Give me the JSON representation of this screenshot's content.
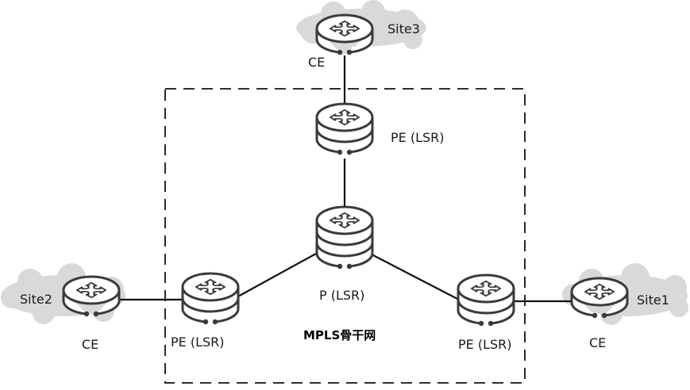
{
  "diagram": {
    "backbone_label": "MPLS骨干网",
    "sites": [
      {
        "id": "site3",
        "label": "Site3",
        "device_label": "CE"
      },
      {
        "id": "site2",
        "label": "Site2",
        "device_label": "CE"
      },
      {
        "id": "site1",
        "label": "Site1",
        "device_label": "CE"
      }
    ],
    "routers": [
      {
        "id": "pe-top",
        "label": "PE (LSR)",
        "role": "PE"
      },
      {
        "id": "p-center",
        "label": "P (LSR)",
        "role": "P"
      },
      {
        "id": "pe-left",
        "label": "PE (LSR)",
        "role": "PE"
      },
      {
        "id": "pe-right",
        "label": "PE (LSR)",
        "role": "PE"
      }
    ],
    "links": [
      [
        "ce-site3",
        "pe-top"
      ],
      [
        "pe-top",
        "p-center"
      ],
      [
        "p-center",
        "pe-left"
      ],
      [
        "p-center",
        "pe-right"
      ],
      [
        "pe-left",
        "ce-site2"
      ],
      [
        "pe-right",
        "ce-site1"
      ]
    ],
    "colors": {
      "router_stroke": "#3a3a3a",
      "cloud_fill": "#d9d9d9",
      "line": "#111111"
    }
  }
}
